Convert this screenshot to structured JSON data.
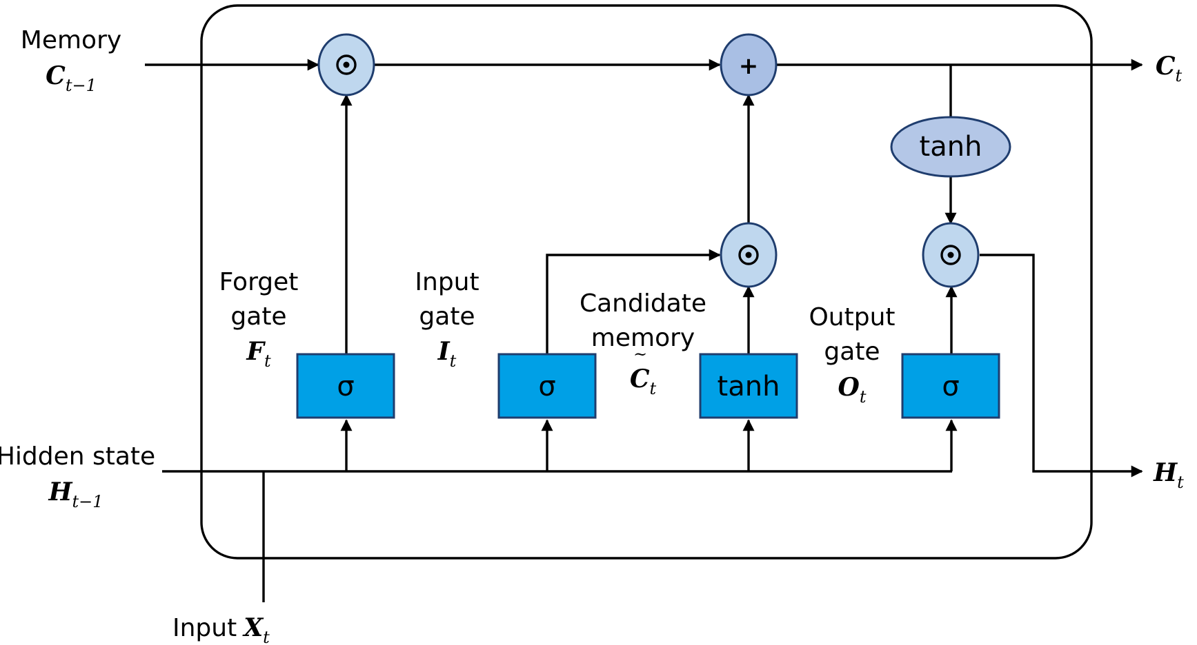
{
  "inputs": {
    "memory_label": "Memory",
    "memory_var": "C",
    "memory_sub": "t−1",
    "hidden_label": "Hidden state",
    "hidden_var": "H",
    "hidden_sub": "t−1",
    "input_label": "Input",
    "input_var": "X",
    "input_sub": "t"
  },
  "outputs": {
    "memory_var": "C",
    "memory_sub": "t",
    "hidden_var": "H",
    "hidden_sub": "t"
  },
  "gates": {
    "forget": {
      "line1": "Forget",
      "line2": "gate",
      "var": "F",
      "sub": "t",
      "func": "σ"
    },
    "input": {
      "line1": "Input",
      "line2": "gate",
      "var": "I",
      "sub": "t",
      "func": "σ"
    },
    "candidate": {
      "line1": "Candidate",
      "line2": "memory",
      "var": "C",
      "sub": "t",
      "tilde": "~",
      "func": "tanh"
    },
    "output": {
      "line1": "Output",
      "line2": "gate",
      "var": "O",
      "sub": "t",
      "func": "σ"
    }
  },
  "ops": {
    "plus": "+",
    "tanh": "tanh"
  },
  "colors": {
    "box_fill": "#00a0e6",
    "box_stroke": "#1f3d6e",
    "op_fill": "#bfd7ee",
    "plus_fill": "#a9bfe4",
    "tanh_ellipse_fill": "#b4c7e7",
    "op_stroke": "#1f3d6e"
  }
}
